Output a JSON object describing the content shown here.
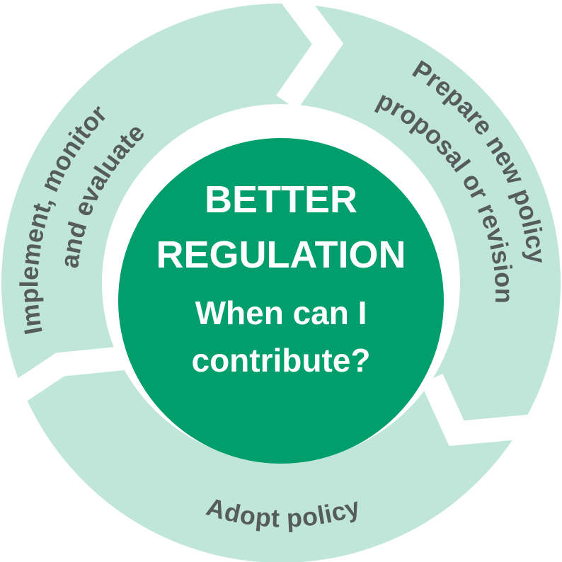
{
  "colors": {
    "ring": "#bfe6d9",
    "center": "#009e6b",
    "ring_text": "#565b5b",
    "center_text": "#ffffff"
  },
  "stages": {
    "implement": {
      "line1": "Implement, monitor",
      "line2": "and evaluate"
    },
    "prepare": {
      "line1": "Prepare new policy",
      "line2": "proposal or revision"
    },
    "adopt": {
      "line1": "Adopt policy"
    }
  },
  "center": {
    "title_line1": "BETTER",
    "title_line2": "REGULATION",
    "question_line1": "When can I",
    "question_line2": "contribute?"
  }
}
